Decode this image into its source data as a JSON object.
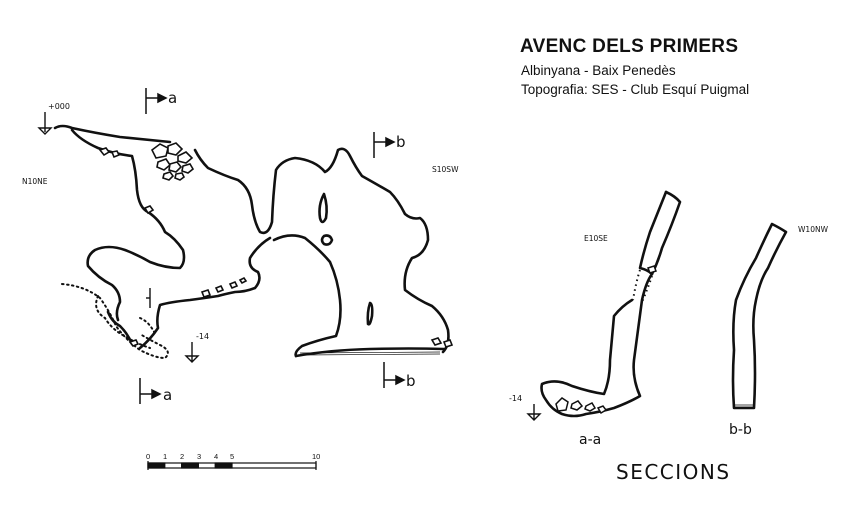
{
  "header": {
    "title": "AVENC DELS PRIMERS",
    "location": "Albinyana - Baix Penedès",
    "survey": "Topografia: SES - Club Esquí Puigmal"
  },
  "plan": {
    "datum": "+000",
    "depth_marker": "-14",
    "orient_left": "N10NE",
    "orient_right": "S10SW",
    "section_a_top": "a",
    "section_a_bottom": "a",
    "section_b_top": "b",
    "section_b_bottom": "b"
  },
  "sections": {
    "title": "SECCIONS",
    "orient_aa": "E10SE",
    "orient_bb": "W10NW",
    "depth_marker": "-14",
    "label_aa": "a-a",
    "label_bb": "b-b"
  },
  "scale": {
    "ticks": [
      "0",
      "1",
      "2",
      "3",
      "4",
      "5",
      "10"
    ]
  }
}
